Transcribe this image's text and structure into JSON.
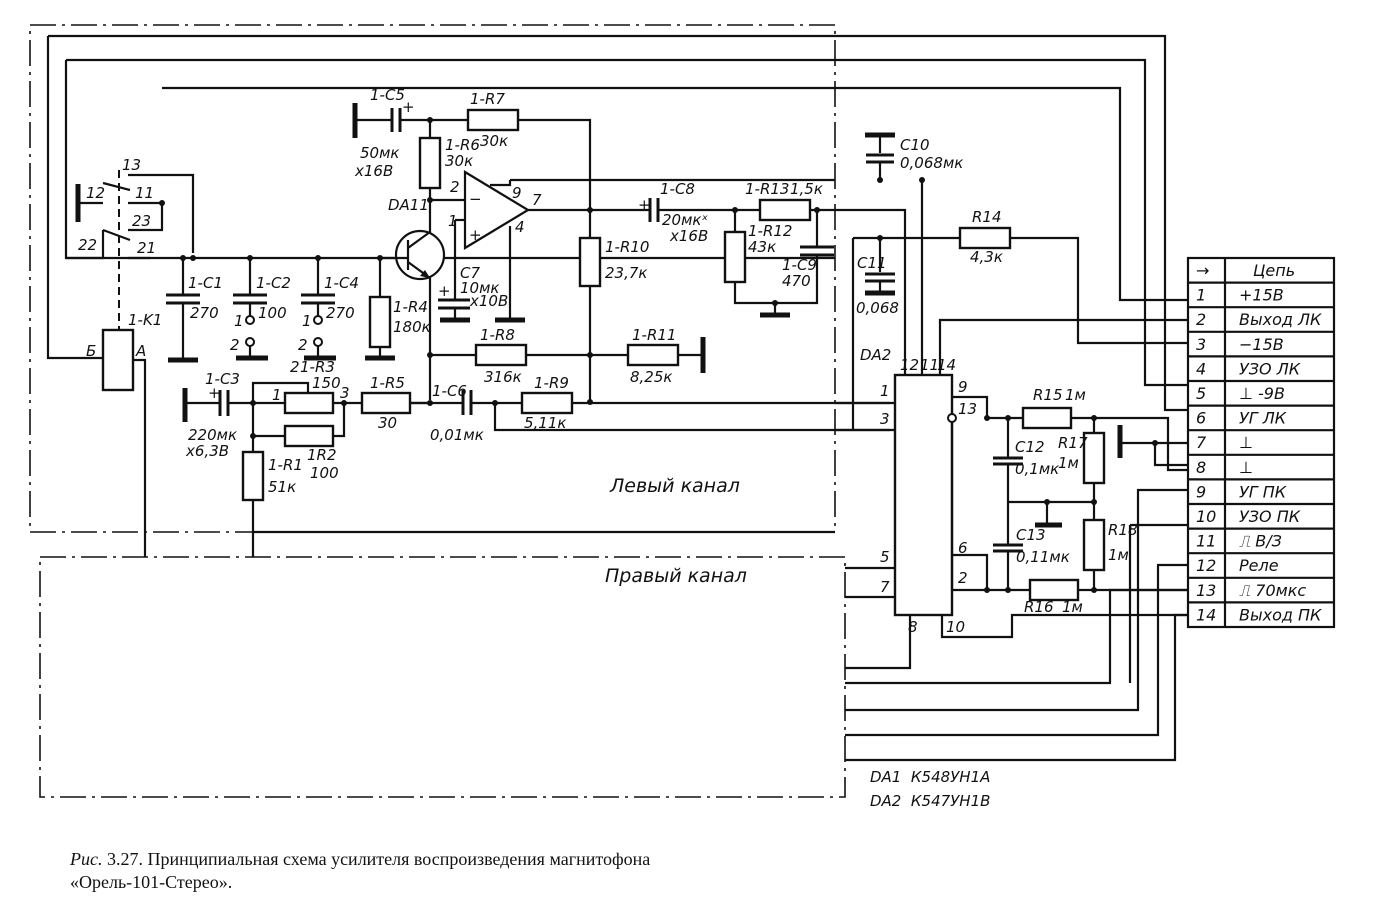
{
  "figure": {
    "caption_prefix": "Рис.",
    "caption_number": "3.27.",
    "caption_text": "Принципиальная схема усилителя воспроизведения магнитофона",
    "caption_line2": "«Орель-101-Стерео»."
  },
  "channels": {
    "left": "Левый канал",
    "right": "Правый канал"
  },
  "ics": {
    "da1_label": "DA11",
    "da2_label": "DA2",
    "da1_part": "DA1  К548УН1А",
    "da2_part": "DA2  К547УН1В"
  },
  "components": {
    "c1": {
      "name": "1-C1",
      "value": "270"
    },
    "c2": {
      "name": "1-C2",
      "value": "100"
    },
    "c3": {
      "name": "1-C3",
      "value": "220мк",
      "voltage": "x6,3В"
    },
    "c4": {
      "name": "1-C4",
      "value": "270"
    },
    "c5": {
      "name": "1-C5",
      "value": "50мк",
      "voltage": "x16В"
    },
    "c6": {
      "name": "1-C6",
      "value": "0,01мк"
    },
    "c7": {
      "name": "C7",
      "value": "10мк",
      "voltage": "x10В"
    },
    "c8": {
      "name": "1-C8",
      "value": "20мкˣ",
      "voltage": "x16В"
    },
    "c9": {
      "name": "1-C9",
      "value": "470"
    },
    "c10": {
      "name": "C10",
      "value": "0,068мк"
    },
    "c11": {
      "name": "C11",
      "value": "0,068"
    },
    "c12": {
      "name": "C12",
      "value": "0,1мк"
    },
    "c13": {
      "name": "C13",
      "value": "0,11мк"
    },
    "r1": {
      "name": "1-R1",
      "value": "51к"
    },
    "r2": {
      "name": "1R2",
      "value": "100"
    },
    "r3": {
      "name": "1-R3",
      "value": "150"
    },
    "r4": {
      "name": "1-R4",
      "value": "180к"
    },
    "r5": {
      "name": "1-R5",
      "value": "30"
    },
    "r6": {
      "name": "1-R6",
      "value": "30к"
    },
    "r7": {
      "name": "1-R7",
      "value": "30к"
    },
    "r8": {
      "name": "1-R8",
      "value": "316к"
    },
    "r9": {
      "name": "1-R9",
      "value": "5,11к"
    },
    "r10": {
      "name": "1-R10",
      "value": "23,7к"
    },
    "r11": {
      "name": "1-R11",
      "value": "8,25к"
    },
    "r12": {
      "name": "1-R12",
      "value": "43к"
    },
    "r13": {
      "name": "1-R13",
      "value": "1,5к"
    },
    "r14": {
      "name": "R14",
      "value": "4,3к"
    },
    "r15": {
      "name": "R15",
      "value": "1м"
    },
    "r16": {
      "name": "R16",
      "value": "1м"
    },
    "r17": {
      "name": "R17",
      "value": "1м"
    },
    "r18": {
      "name": "R18",
      "value": "1м"
    },
    "k1": {
      "name": "1-K1",
      "pin_b": "Б",
      "pin_a": "А"
    }
  },
  "pins": {
    "switch": [
      "13",
      "12",
      "11",
      "23",
      "22",
      "21"
    ],
    "opamp": {
      "inv": "2",
      "noninv": "1",
      "out": "7",
      "p9": "9",
      "p4": "4"
    },
    "r3": {
      "p1": "1",
      "p2": "2",
      "p3": "3"
    },
    "c2": {
      "p1": "1",
      "p2": "2"
    },
    "c4": {
      "p1": "1",
      "p2": "2"
    },
    "da2": {
      "p12": "12",
      "p11": "11",
      "p14": "14",
      "p1": "1",
      "p3": "3",
      "p9": "9",
      "p13": "13",
      "p5": "5",
      "p7": "7",
      "p6": "6",
      "p2": "2",
      "p8": "8",
      "p10": "10"
    }
  },
  "connector": {
    "header_num": "→",
    "header_label": "Цепь",
    "rows": [
      {
        "num": "1",
        "label": "+15В"
      },
      {
        "num": "2",
        "label": "Выход ЛК"
      },
      {
        "num": "3",
        "label": "−15В"
      },
      {
        "num": "4",
        "label": "УЗО ЛК"
      },
      {
        "num": "5",
        "label": "⊥ -9В"
      },
      {
        "num": "6",
        "label": "УГ ЛК"
      },
      {
        "num": "7",
        "label": "⊥"
      },
      {
        "num": "8",
        "label": "⊥"
      },
      {
        "num": "9",
        "label": "УГ ПК"
      },
      {
        "num": "10",
        "label": "УЗО ПК"
      },
      {
        "num": "11",
        "label": "⎍ В/З"
      },
      {
        "num": "12",
        "label": "Реле"
      },
      {
        "num": "13",
        "label": "⎍ 70мкс"
      },
      {
        "num": "14",
        "label": "Выход ПК"
      }
    ]
  }
}
